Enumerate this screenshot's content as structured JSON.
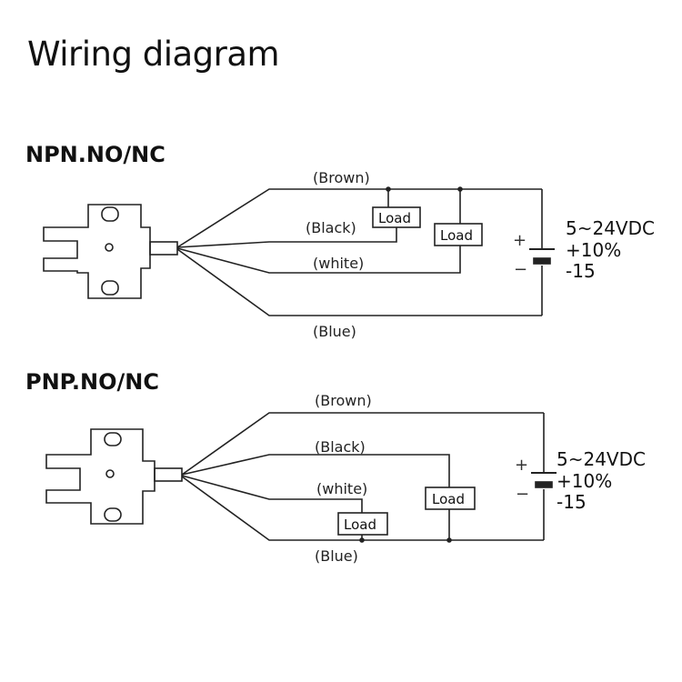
{
  "title": "Wiring diagram",
  "sections": [
    {
      "heading": "NPN.NO/NC",
      "wires": {
        "brown": "(Brown)",
        "black": "(Black)",
        "white": "(white)",
        "blue": "(Blue)"
      },
      "loads": [
        "Load",
        "Load"
      ],
      "supply": {
        "voltage": "5~24VDC",
        "plus_tol": "+10%",
        "minus_tol": "-15",
        "plus": "+",
        "minus": "−"
      }
    },
    {
      "heading": "PNP.NO/NC",
      "wires": {
        "brown": "(Brown)",
        "black": "(Black)",
        "white": "(white)",
        "blue": "(Blue)"
      },
      "loads": [
        "Load",
        "Load"
      ],
      "supply": {
        "voltage": "5~24VDC",
        "plus_tol": "+10%",
        "minus_tol": "-15",
        "plus": "+",
        "minus": "−"
      }
    }
  ]
}
